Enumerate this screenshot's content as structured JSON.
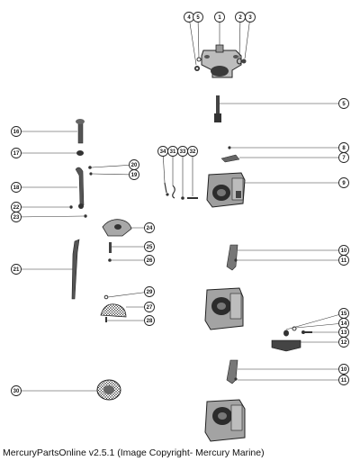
{
  "footer": {
    "text": "MercuryPartsOnline v2.5.1 (Image Copyright- Mercury Marine)"
  },
  "callouts": [
    {
      "id": "c4",
      "label": "4"
    },
    {
      "id": "c5",
      "label": "5"
    },
    {
      "id": "c1",
      "label": "1"
    },
    {
      "id": "c2",
      "label": "2"
    },
    {
      "id": "c3",
      "label": "3"
    },
    {
      "id": "c5b",
      "label": "5"
    },
    {
      "id": "c16",
      "label": "16"
    },
    {
      "id": "c17",
      "label": "17"
    },
    {
      "id": "c34",
      "label": "34"
    },
    {
      "id": "c31",
      "label": "31"
    },
    {
      "id": "c33",
      "label": "33"
    },
    {
      "id": "c32",
      "label": "32"
    },
    {
      "id": "c8",
      "label": "8"
    },
    {
      "id": "c7",
      "label": "7"
    },
    {
      "id": "c20",
      "label": "20"
    },
    {
      "id": "c19",
      "label": "19"
    },
    {
      "id": "c9",
      "label": "9"
    },
    {
      "id": "c18",
      "label": "18"
    },
    {
      "id": "c22",
      "label": "22"
    },
    {
      "id": "c23",
      "label": "23"
    },
    {
      "id": "c24",
      "label": "24"
    },
    {
      "id": "c25",
      "label": "25"
    },
    {
      "id": "c26",
      "label": "26"
    },
    {
      "id": "c21",
      "label": "21"
    },
    {
      "id": "c10",
      "label": "10"
    },
    {
      "id": "c11",
      "label": "11"
    },
    {
      "id": "c29",
      "label": "29"
    },
    {
      "id": "c27",
      "label": "27"
    },
    {
      "id": "c28",
      "label": "28"
    },
    {
      "id": "c15",
      "label": "15"
    },
    {
      "id": "c14",
      "label": "14"
    },
    {
      "id": "c13",
      "label": "13"
    },
    {
      "id": "c12",
      "label": "12"
    },
    {
      "id": "c10b",
      "label": "10"
    },
    {
      "id": "c11b",
      "label": "11"
    },
    {
      "id": "c30",
      "label": "30"
    }
  ]
}
